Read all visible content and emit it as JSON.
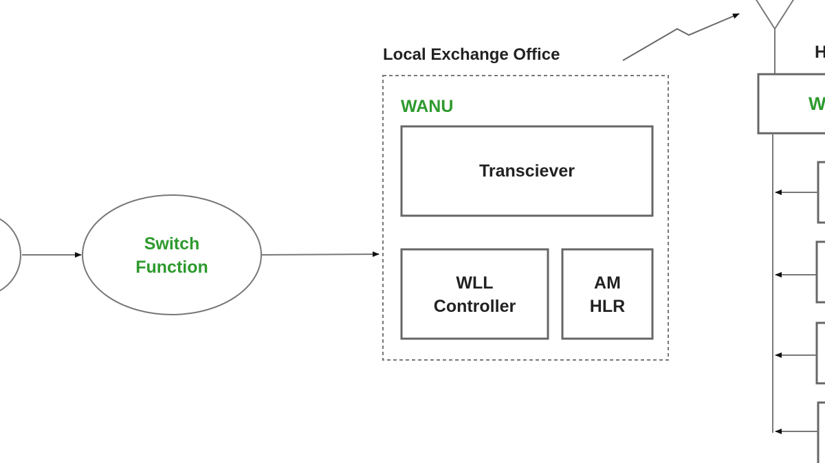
{
  "diagram": {
    "title": "Local Exchange Office",
    "wanu_label": "WANU",
    "nodes": {
      "left_partial": "",
      "switch_function": [
        "Switch",
        "Function"
      ],
      "transceiver": "Transciever",
      "wll_controller": [
        "WLL",
        "Controller"
      ],
      "am_hlr": [
        "AM",
        "HLR"
      ],
      "right_header_partial": "H",
      "right_box_partial": "W"
    },
    "colors": {
      "green_text": "#2e9a2e",
      "dark_text": "#222222",
      "line": "#666666"
    }
  }
}
